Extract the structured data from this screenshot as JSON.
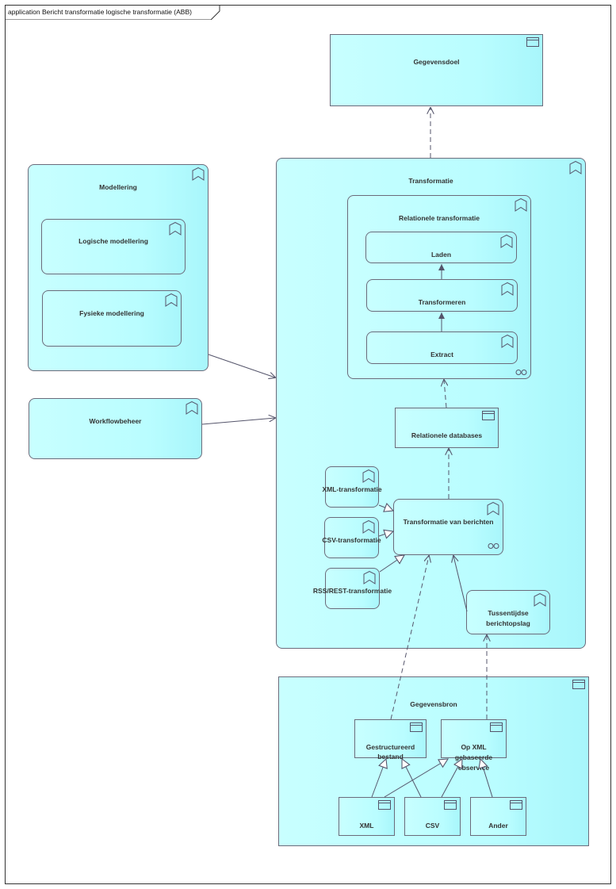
{
  "diagram": {
    "title": "application Bericht transformatie logische transformatie (ABB)"
  },
  "nodes": {
    "gegevensdoel": "Gegevensdoel",
    "transformatie": "Transformatie",
    "relationele_transformatie": "Relationele transformatie",
    "laden": "Laden",
    "transformeren": "Transformeren",
    "extract": "Extract",
    "relationele_databases": "Relationele databases",
    "modellering": "Modellering",
    "logische_modellering": "Logische modellering",
    "fysieke_modellering": "Fysieke modellering",
    "workflowbeheer": "Workflowbeheer",
    "xml_transformatie": "XML-transformatie",
    "csv_transformatie": "CSV-transformatie",
    "rss_rest_transformatie": "RSS/REST-transformatie",
    "transformatie_van_berichten": "Transformatie van berichten",
    "tussentijdse_line1": "Tussentijdse",
    "tussentijdse_line2": "berichtopslag",
    "gegevensbron": "Gegevensbron",
    "gestructureerd_line1": "Gestructureerd",
    "gestructureerd_line2": "bestand",
    "op_xml_line1": "Op XML",
    "op_xml_line2": "gebaseerde",
    "op_xml_line3": "ebservice",
    "xml": "XML",
    "csv": "CSV",
    "ander": "Ander"
  },
  "colors": {
    "fill": "#b9fdff",
    "border": "#6b6b7b",
    "line": "#55556b"
  },
  "icons": {
    "component": "application-component-icon",
    "function": "application-function-icon",
    "collaboration": "application-collaboration-icon"
  }
}
